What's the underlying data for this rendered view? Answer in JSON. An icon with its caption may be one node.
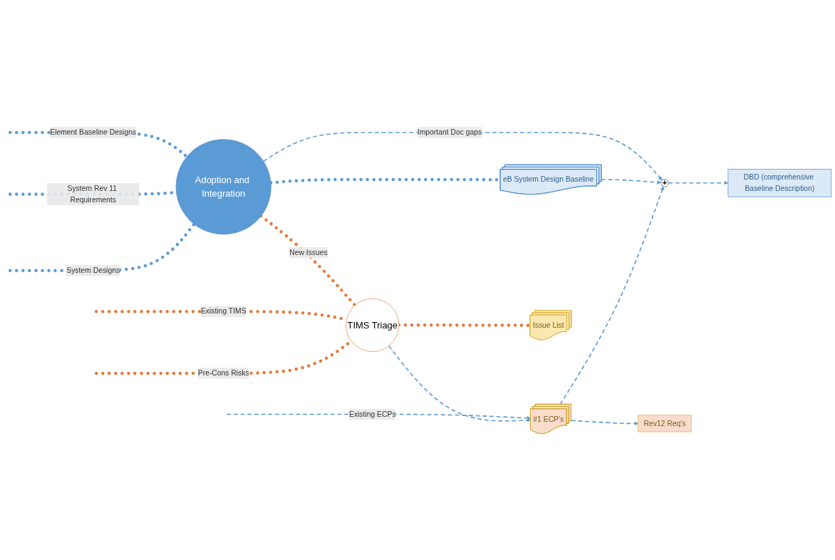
{
  "diagram": {
    "nodes": [
      {
        "text": [
          "Adoption and Integration"
        ]
      },
      {
        "text": [
          "eB System Design Baseline"
        ]
      },
      {
        "text": [
          "+"
        ]
      },
      {
        "text": [
          "DBD (comprehensive Baseline Description)"
        ]
      },
      {
        "text": [
          "#1 ECP's"
        ]
      },
      {
        "text": [
          "Rev12 Req's"
        ]
      },
      {
        "text": [
          "TIMS Triage"
        ]
      },
      {
        "text": [
          "Issue List"
        ]
      }
    ],
    "edges": [
      {
        "from": null,
        "to": 0,
        "arrow": "none",
        "label": "Element Baseline Designs"
      },
      {
        "from": null,
        "to": 0,
        "arrow": "none",
        "label": "System Rev 11 Requirements"
      },
      {
        "from": null,
        "to": 0,
        "arrow": "none",
        "label": "System Designs"
      },
      {
        "from": 0,
        "to": 1,
        "arrow": "none"
      },
      {
        "from": 0,
        "to": 2,
        "arrow": "to",
        "label": "Important Doc gaps",
        "style": "dashed"
      },
      {
        "from": 1,
        "to": 2,
        "arrow": "to",
        "style": "dashed"
      },
      {
        "from": 2,
        "to": 3,
        "arrow": "to",
        "style": "dashed"
      },
      {
        "from": null,
        "to": 4,
        "arrow": "to",
        "label": "Existing ECPs",
        "style": "dashed"
      },
      {
        "from": 4,
        "to": 2,
        "arrow": "to",
        "style": "dashed"
      },
      {
        "from": 4,
        "to": 5,
        "arrow": "to",
        "style": "dashed"
      },
      {
        "from": 0,
        "to": 6,
        "arrow": "none",
        "label": "New Issues",
        "color": "#e8793a"
      },
      {
        "from": null,
        "to": 6,
        "arrow": "none",
        "label": "Existing TIMS",
        "color": "#e8793a"
      },
      {
        "from": null,
        "to": 6,
        "arrow": "none",
        "label": "Pre-Cons Risks",
        "color": "#e8793a"
      },
      {
        "from": 6,
        "to": 4,
        "arrow": "to",
        "style": "dashed"
      },
      {
        "from": 6,
        "to": 7,
        "arrow": "none",
        "color": "#e8793a"
      }
    ]
  }
}
